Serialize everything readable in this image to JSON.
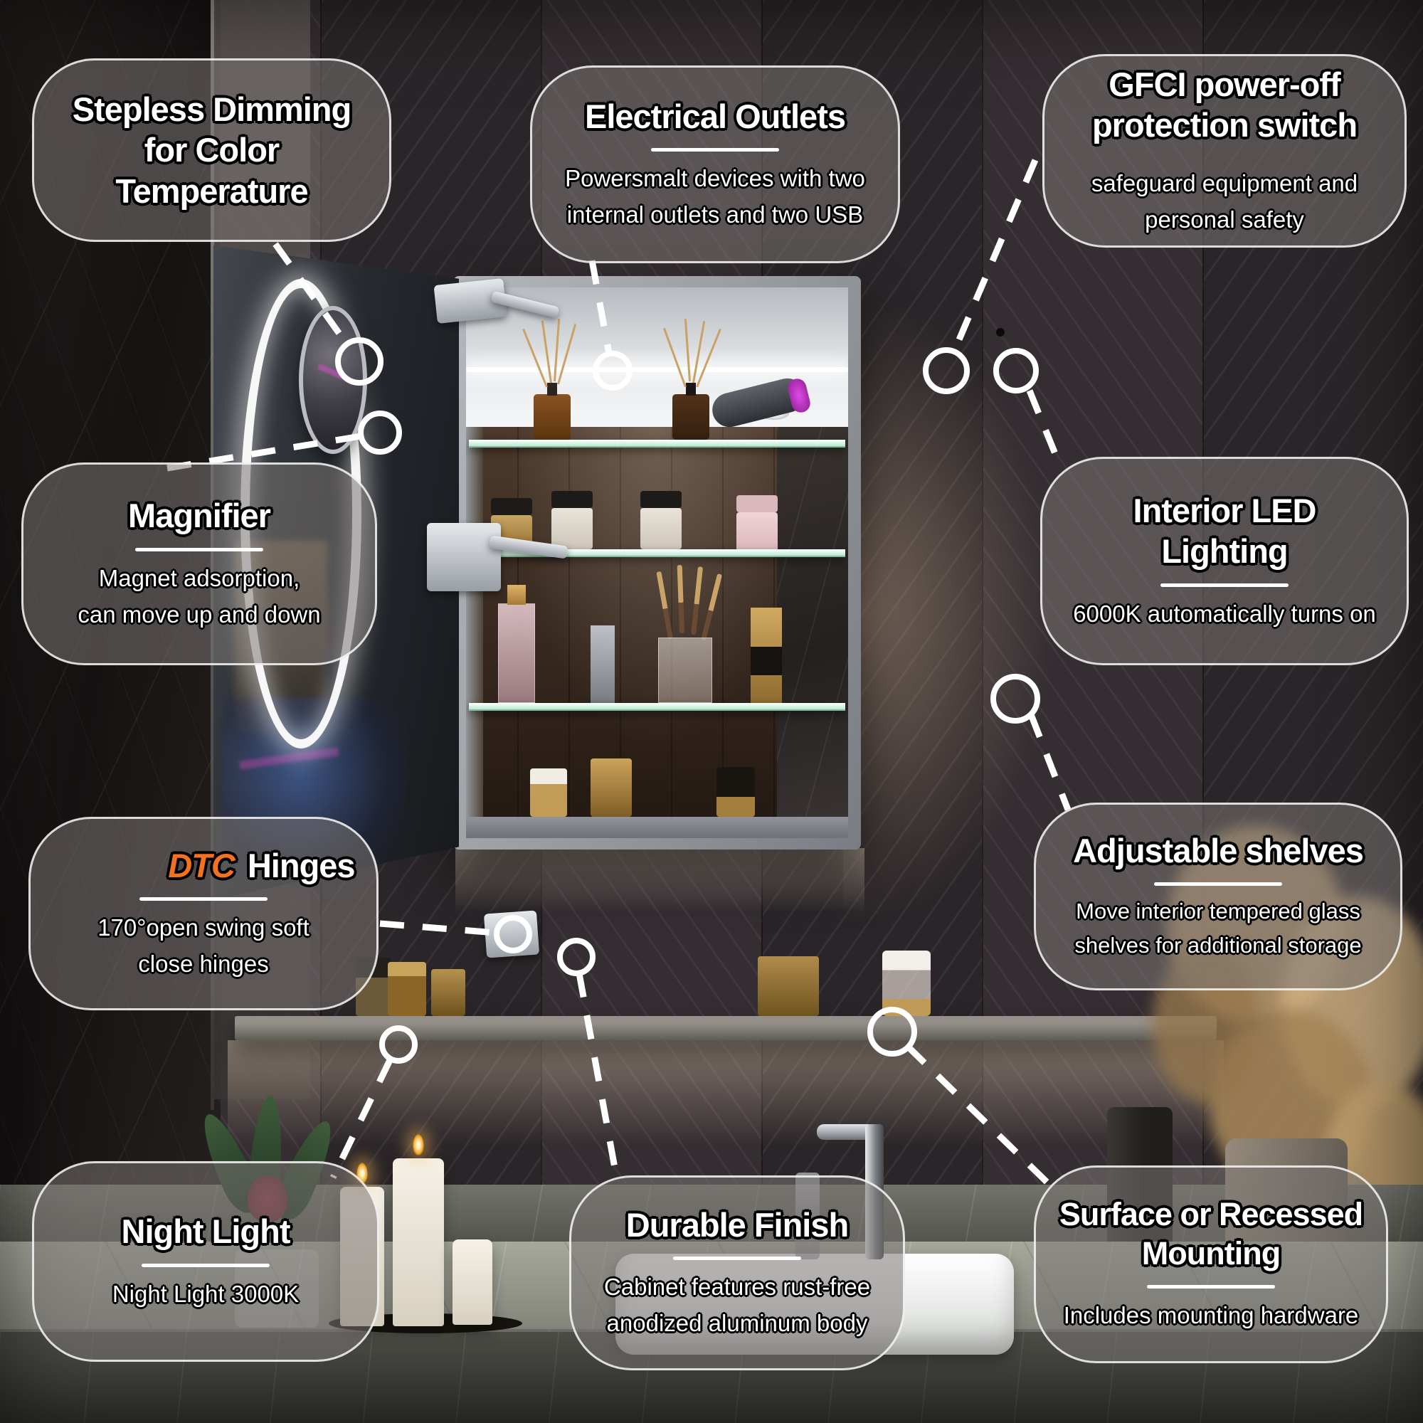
{
  "colors": {
    "accent_orange": "#f4711f",
    "callout_bg": "rgba(122,117,115,0.55)",
    "callout_border": "rgba(255,255,255,0.8)",
    "connector": "#ffffff",
    "led_white": "#ffffff"
  },
  "callouts": [
    {
      "id": "stepless-dimming",
      "title": "Stepless Dimming\nfor Color\nTemperature",
      "subtitle": ""
    },
    {
      "id": "electrical-outlets",
      "title": "Electrical Outlets",
      "subtitle": "Powersmalt devices with two\ninternal outlets and two USB"
    },
    {
      "id": "gfci-switch",
      "title": "GFCI power-off\nprotection switch",
      "subtitle": "safeguard equipment and\npersonal safety"
    },
    {
      "id": "magnifier",
      "title": "Magnifier",
      "subtitle": "Magnet adsorption,\ncan move up and down"
    },
    {
      "id": "interior-led",
      "title": "Interior LED\nLighting",
      "subtitle": "6000K automatically turns on"
    },
    {
      "id": "dtc-hinges",
      "title_accent": "DTC",
      "title_rest": " Hinges",
      "subtitle": "170°open swing soft\nclose hinges"
    },
    {
      "id": "adjustable-shelves",
      "title": "Adjustable shelves",
      "subtitle": "Move interior tempered glass\nshelves for additional storage"
    },
    {
      "id": "night-light",
      "title": "Night Light",
      "subtitle": "Night Light 3000K"
    },
    {
      "id": "durable-finish",
      "title": "Durable Finish",
      "subtitle": "Cabinet features rust-free\nanodized aluminum body"
    },
    {
      "id": "surface-mounting",
      "title": "Surface or Recessed\nMounting",
      "subtitle": "Includes mounting hardware"
    }
  ]
}
